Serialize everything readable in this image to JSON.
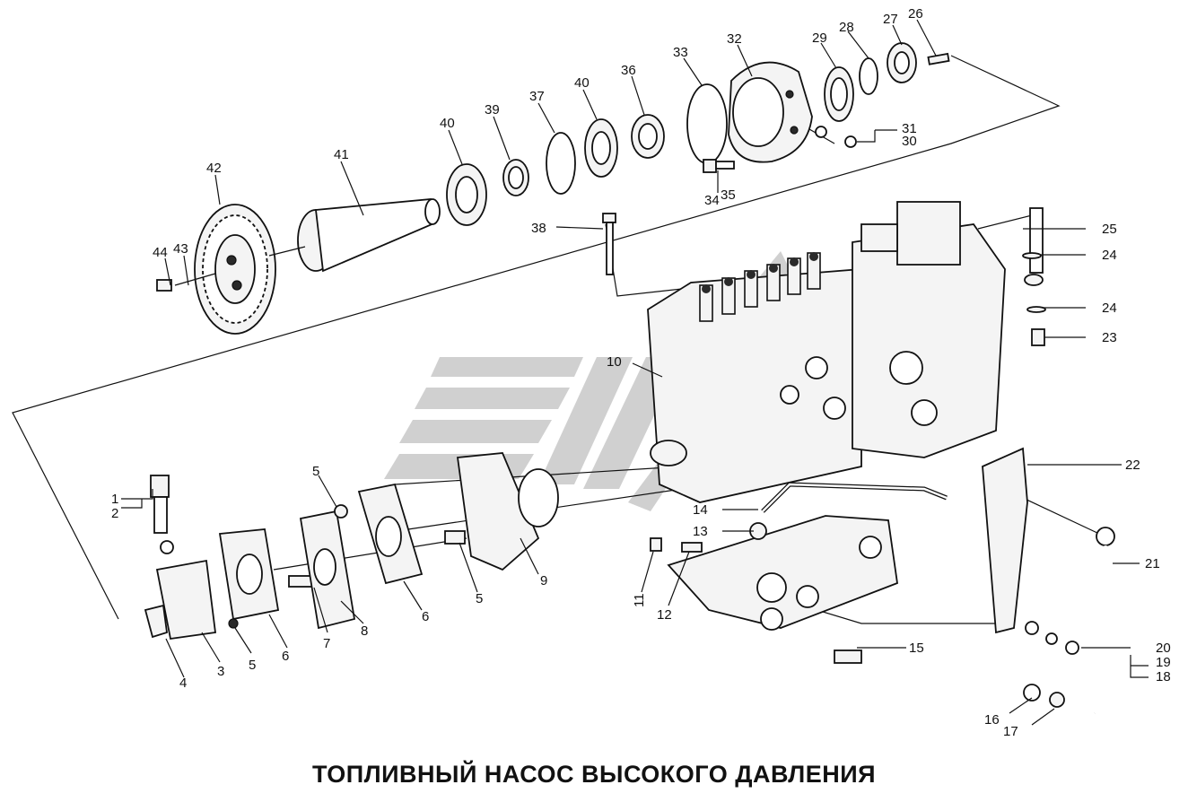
{
  "title": "ТОПЛИВНЫЙ НАСОС ВЫСОКОГО ДАВЛЕНИЯ",
  "colors": {
    "line": "#111111",
    "watermark": "#c8c8c8",
    "background": "#ffffff"
  },
  "callouts": {
    "c1": "1",
    "c2": "2",
    "c3": "3",
    "c4": "4",
    "c5a": "5",
    "c5b": "5",
    "c5c": "5",
    "c6a": "6",
    "c6b": "6",
    "c7": "7",
    "c8": "8",
    "c9": "9",
    "c10": "10",
    "c11": "11",
    "c12": "12",
    "c13": "13",
    "c14": "14",
    "c15": "15",
    "c16": "16",
    "c17": "17",
    "c18": "18",
    "c19": "19",
    "c20": "20",
    "c21": "21",
    "c22": "22",
    "c23": "23",
    "c24a": "24",
    "c24b": "24",
    "c25": "25",
    "c26": "26",
    "c27": "27",
    "c28": "28",
    "c29": "29",
    "c30": "30",
    "c31": "31",
    "c32": "32",
    "c33": "33",
    "c34": "34",
    "c35": "35",
    "c36": "36",
    "c37": "37",
    "c38": "38",
    "c39": "39",
    "c40a": "40",
    "c40b": "40",
    "c41": "41",
    "c42": "42",
    "c43": "43",
    "c44": "44"
  }
}
